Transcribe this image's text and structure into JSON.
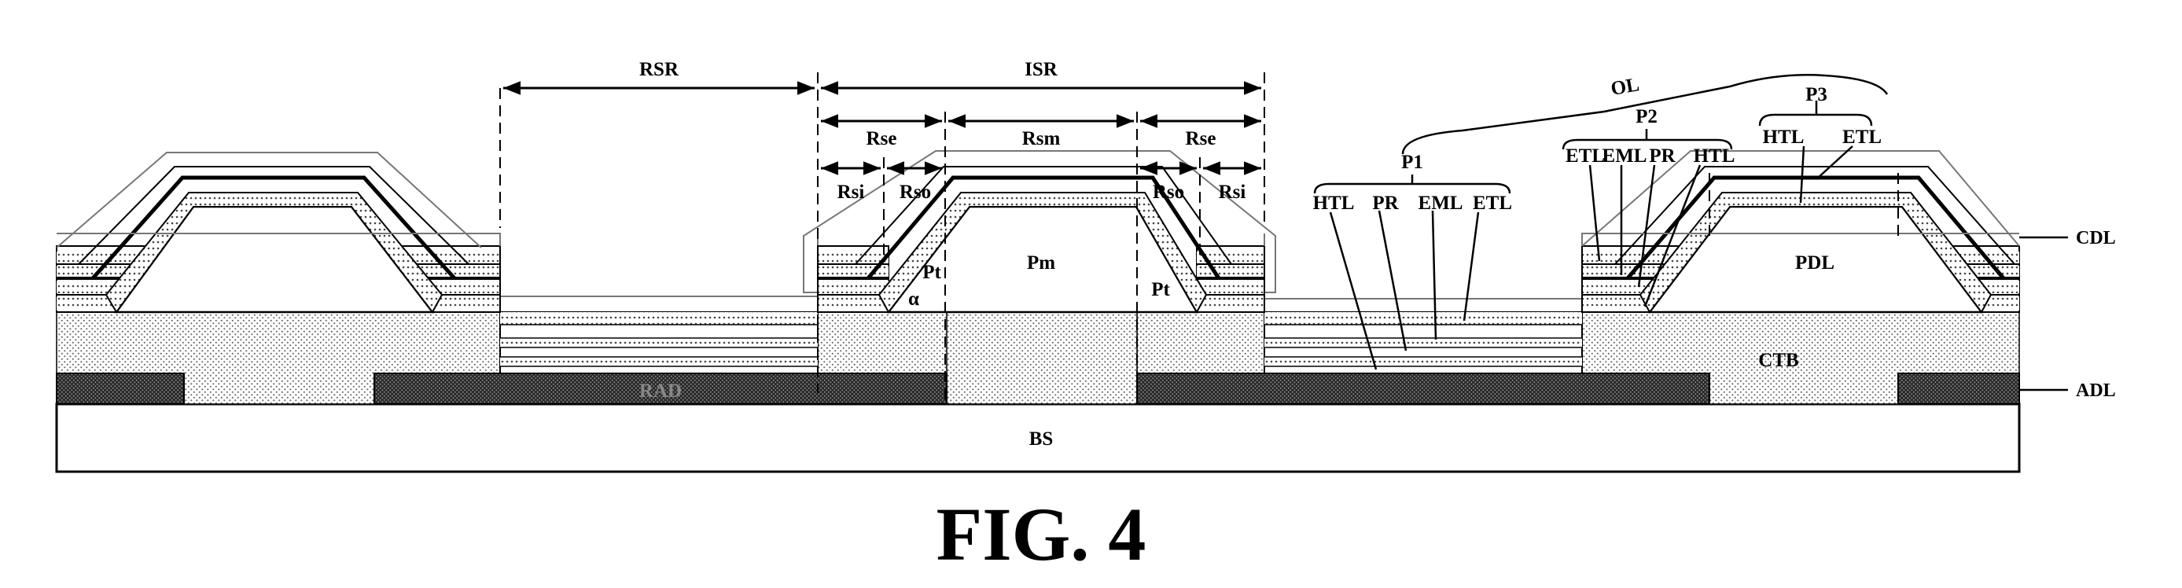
{
  "figure": {
    "caption": "FIG. 4",
    "colors": {
      "ink": "#000000",
      "paper": "#ffffff",
      "stipple": "#7a7a7a",
      "dark": "#2a2a2a"
    },
    "dimension_labels": {
      "rsr": "RSR",
      "isr": "ISR",
      "rse_left": "Rse",
      "rsm": "Rsm",
      "rse_right": "Rse",
      "rsi_left": "Rsi",
      "rso_left": "Rso",
      "rso_right": "Rso",
      "rsi_right": "Rsi"
    },
    "region_labels": {
      "pm": "Pm",
      "pt_left": "Pt",
      "pt_right": "Pt",
      "alpha": "α",
      "pdl": "PDL",
      "ctb": "CTB",
      "rad": "RAD",
      "bs": "BS"
    },
    "side_labels": {
      "cdl": "CDL",
      "adl": "ADL"
    },
    "layer_groups": {
      "ol": "OL",
      "p1": {
        "name": "P1",
        "layers": [
          "HTL",
          "PR",
          "EML",
          "ETL"
        ]
      },
      "p2": {
        "name": "P2",
        "layers": [
          "ETL",
          "EML",
          "PR",
          "HTL"
        ]
      },
      "p3": {
        "name": "P3",
        "layers": [
          "HTL",
          "ETL"
        ]
      }
    }
  }
}
